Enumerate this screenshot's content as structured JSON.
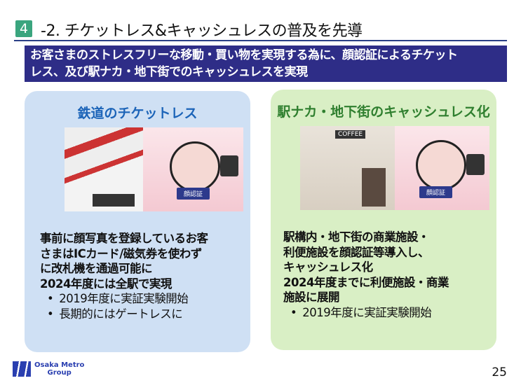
{
  "header": {
    "section_number": "4",
    "title": "-2. チケットレス&キャッシュレスの普及を先導"
  },
  "banner": {
    "line1": "お客さまのストレスフリーな移動・買い物を実現する為に、顔認証によるチケット",
    "line2": "レス、及び駅ナカ・地下街でのキャッシュレスを実現"
  },
  "left": {
    "title": "鉄道のチケットレス",
    "image_badge": "顔認証",
    "lines": [
      "事前に顔写真を登録しているお客",
      "さまはICカード/磁気券を使わず",
      "に改札機を通過可能に"
    ],
    "subhead": "2024年度には全駅で実現",
    "bullets": [
      "2019年度に実証実験開始",
      "長期的にはゲートレスに"
    ]
  },
  "right": {
    "title": "駅ナカ・地下街のキャッシュレス化",
    "image_badge": "顔認証",
    "image_sign": "COFFEE",
    "lines": [
      "駅構内・地下街の商業施設・",
      "利便施設を顔認証等導入し、",
      "キャッシュレス化"
    ],
    "subhead": [
      "2024年度までに利便施設・商業",
      "施設に展開"
    ],
    "bullets": [
      "2019年度に実証実験開始"
    ]
  },
  "footer": {
    "logo_line1": "Osaka Metro",
    "logo_line2": "Group",
    "page": "25"
  }
}
